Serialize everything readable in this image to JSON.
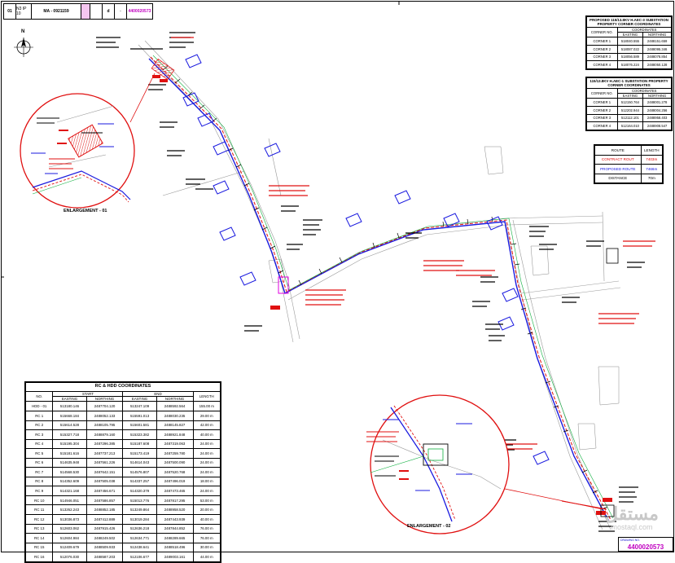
{
  "title_block": {
    "cells": [
      "01",
      "N3 IP 10",
      "MA - 0921159",
      "",
      "",
      "d",
      "-",
      "4400020573"
    ]
  },
  "north": {
    "letter": "N"
  },
  "enlargements": {
    "one": "ENLARGEMENT - 01",
    "two": "ENLARGEMENT - 02"
  },
  "substation_table_1": {
    "title": "PROPOSED 115/13.8KV H.AEC-3 SUBSTATION PROPERTY CORNER COORDINATES",
    "col_corner": "CORNER NO.",
    "col_coords": "COORDINATES",
    "col_easting": "EASTING",
    "col_northing": "NORTHING",
    "rows": [
      [
        "CORNER 1",
        "518040.555",
        "2488151.659"
      ],
      [
        "CORNER 2",
        "518087.022",
        "2488095.346"
      ],
      [
        "CORNER 3",
        "518056.589",
        "2488078.854"
      ],
      [
        "CORNER 4",
        "518076.224",
        "2488050.128"
      ]
    ]
  },
  "substation_table_2": {
    "title": "115/13.8KV H.AEC-1 SUBSTATION PROPERTY CORNER COORDINATES",
    "col_corner": "CORNER NO.",
    "col_coords": "COORDINATES",
    "col_easting": "EASTING",
    "col_northing": "NORTHING",
    "rows": [
      [
        "CORNER 1",
        "512150.764",
        "2488001.278"
      ],
      [
        "CORNER 2",
        "512202.944",
        "2488004.256"
      ],
      [
        "CORNER 3",
        "512112.101",
        "2488958.403"
      ],
      [
        "CORNER 4",
        "512164.010",
        "2488908.547"
      ]
    ]
  },
  "route_table": {
    "col_route": "ROUTE",
    "col_length": "LENGTH",
    "rows": [
      {
        "name": "CONTRACT ROUT",
        "length": "7403m",
        "color": "red"
      },
      {
        "name": "PROPOSED ROUTE",
        "length": "7466m",
        "color": "blue"
      },
      {
        "name": "DISTANCE",
        "length": "70m",
        "color": "black"
      }
    ]
  },
  "rc_table": {
    "title": "RC & HDD COORDINATES",
    "col_no": "NO.",
    "col_start": "START",
    "col_end": "END",
    "col_easting": "EASTING",
    "col_northing": "NORTHING",
    "col_length": "LENGTH",
    "rows": [
      [
        "HDD - 01",
        "513180.146",
        "2487704.120",
        "513247.109",
        "2488592.564",
        "155.00 m"
      ],
      [
        "RC 1",
        "515668.184",
        "2488052.133",
        "515591.013",
        "2488030.235",
        "29.00 m"
      ],
      [
        "RC 2",
        "515614.528",
        "2488105.795",
        "515601.581",
        "2488145.827",
        "42.00 m"
      ],
      [
        "RC 3",
        "515327.718",
        "2488879.160",
        "515323.382",
        "2488921.848",
        "40.00 m"
      ],
      [
        "RC 4",
        "515195.304",
        "2487296.385",
        "515187.608",
        "2487319.063",
        "24.00 m"
      ],
      [
        "RC 5",
        "515181.616",
        "2487737.213",
        "515173.419",
        "2487259.780",
        "24.00 m"
      ],
      [
        "RC 6",
        "514635.948",
        "2487561.226",
        "514614.043",
        "2487500.090",
        "24.00 m"
      ],
      [
        "RC 7",
        "514568.530",
        "2487642.151",
        "514576.807",
        "2487520.768",
        "24.00 m"
      ],
      [
        "RC 8",
        "514352.609",
        "2487505.038",
        "514337.257",
        "2487496.019",
        "18.00 m"
      ],
      [
        "RC 9",
        "514321.168",
        "2487456.671",
        "514320.379",
        "2487473.465",
        "24.00 m"
      ],
      [
        "RC 10",
        "514946.051",
        "2487586.857",
        "515013.776",
        "2487817.295",
        "53.00 m"
      ],
      [
        "RC 11",
        "513262.243",
        "2488852.185",
        "513249.864",
        "2488958.520",
        "20.00 m"
      ],
      [
        "RC 12",
        "513036.873",
        "2487412.889",
        "513019.284",
        "2487443.939",
        "40.00 m"
      ],
      [
        "RC 13",
        "512603.062",
        "2487915.426",
        "512636.218",
        "2487844.852",
        "76.00 m"
      ],
      [
        "RC 14",
        "512604.984",
        "2488249.502",
        "512634.771",
        "2488289.665",
        "76.00 m"
      ],
      [
        "RC 15",
        "512409.679",
        "2488509.933",
        "512438.641",
        "2488518.496",
        "30.00 m"
      ],
      [
        "RC 16",
        "512076.030",
        "2488587.203",
        "512106.677",
        "2489003.161",
        "44.00 m"
      ]
    ]
  },
  "sheet_no": {
    "label": "DRAWING NO.",
    "value": "4400020573"
  },
  "watermark": {
    "arabic": "مستقل",
    "latin": "mostaql.com"
  }
}
